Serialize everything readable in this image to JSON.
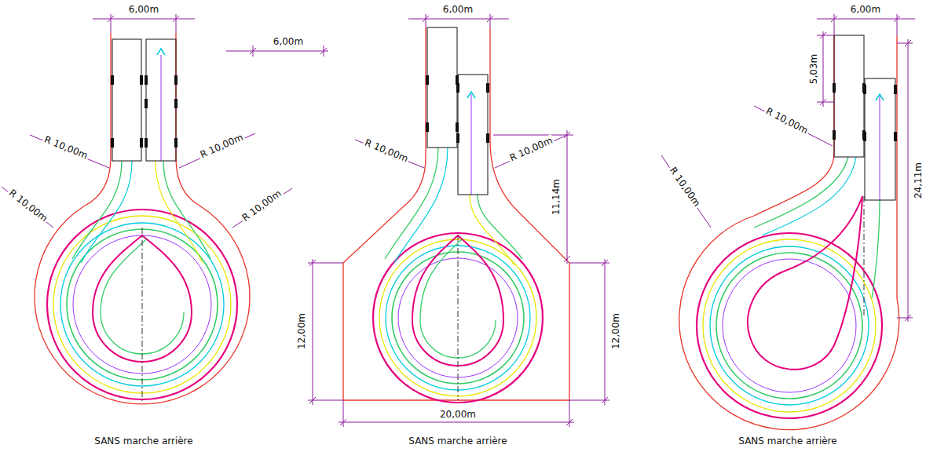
{
  "diagram": {
    "labels": [
      "6,00m",
      "6,00m",
      "6,00m",
      "6,00m",
      "5,03m",
      "24,11m",
      "R 10,00m",
      "R 10,00m",
      "R 10,00m",
      "R 10,00m",
      "R 10,00m",
      "R 10,00m",
      "11,14m",
      "12,00m",
      "12,00m",
      "20,00m",
      "R 10,00m",
      "R 10,00m",
      "SANS marche arrière",
      "SANS marche arrière",
      "SANS marche arrière"
    ]
  }
}
